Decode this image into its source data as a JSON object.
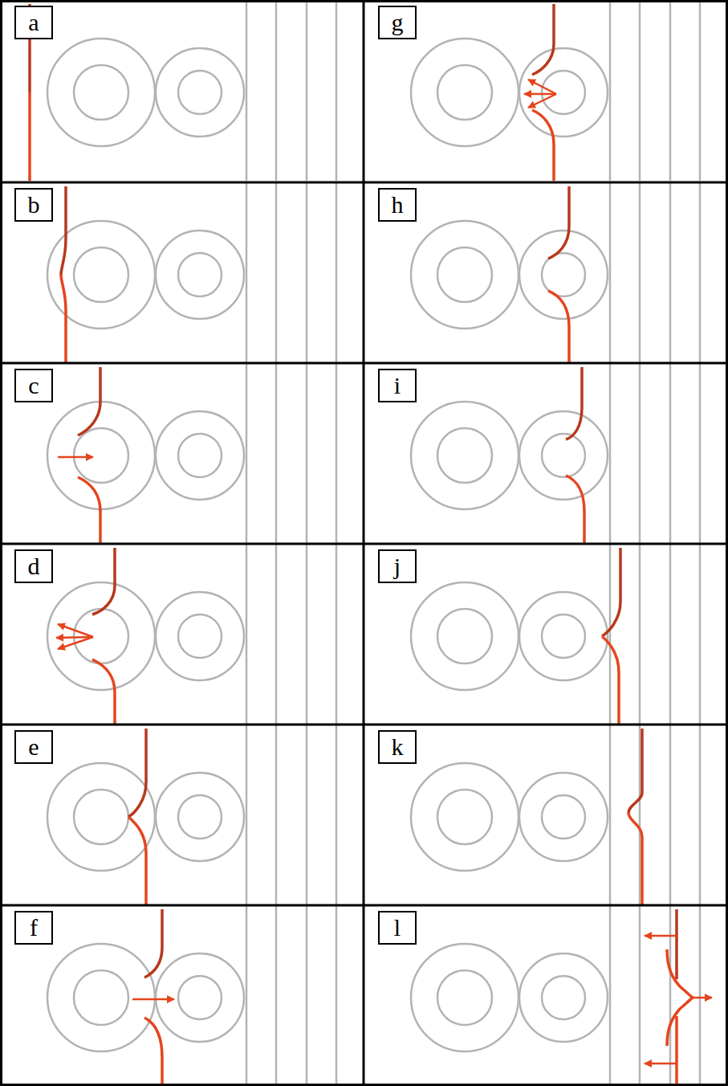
{
  "diagram": {
    "nodes": [
      {
        "text": [
          "a"
        ]
      },
      {
        "text": [
          "b"
        ]
      },
      {
        "text": [
          "c"
        ]
      },
      {
        "text": [
          "d"
        ]
      },
      {
        "text": [
          "e"
        ]
      },
      {
        "text": [
          "f"
        ]
      },
      {
        "text": [
          "g"
        ]
      },
      {
        "text": [
          "h"
        ]
      },
      {
        "text": [
          "i"
        ]
      },
      {
        "text": [
          "j"
        ]
      },
      {
        "text": [
          "k"
        ]
      },
      {
        "text": [
          "l"
        ]
      }
    ]
  }
}
